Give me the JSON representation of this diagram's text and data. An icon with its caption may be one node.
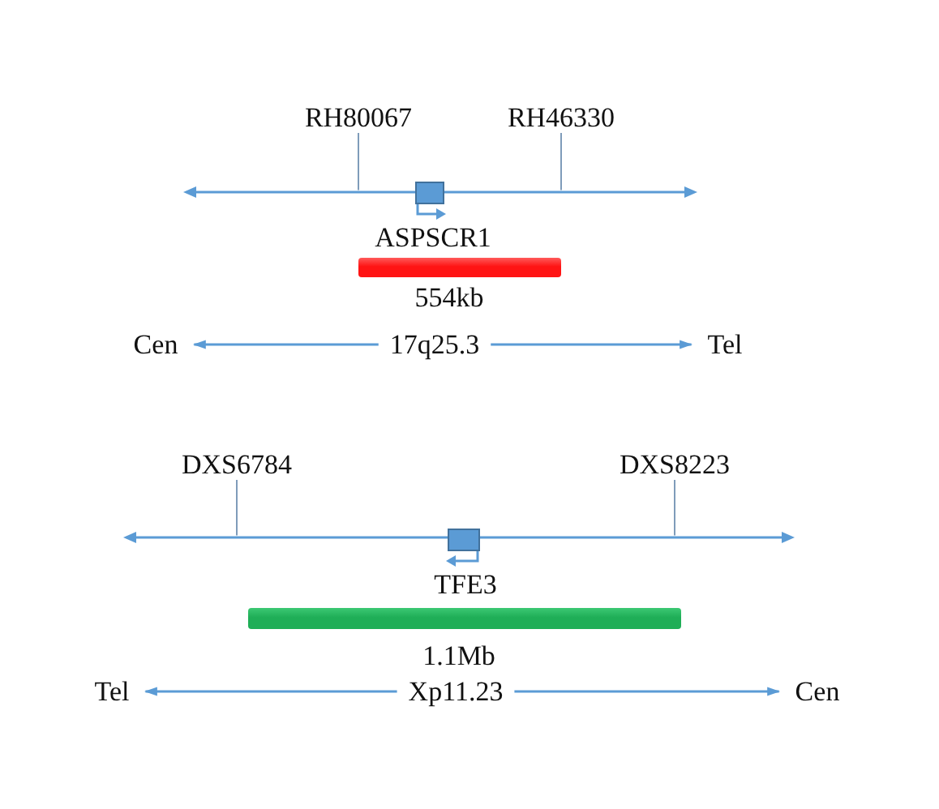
{
  "diagram": {
    "nodes": [
      {
        "text": [
          "RH80067"
        ]
      },
      {
        "text": [
          "RH46330"
        ]
      },
      {
        "text": [],
        "shape": "line"
      },
      {
        "text": [],
        "shape": "box",
        "beside": [
          "ASPSCR1"
        ]
      },
      {
        "text": [],
        "shape": "bar",
        "beside": [
          "554kb"
        ]
      },
      {
        "text": [
          "Cen"
        ]
      },
      {
        "text": [
          "17q25.3"
        ]
      },
      {
        "text": [
          "Tel"
        ]
      },
      {
        "text": [
          "DXS6784"
        ]
      },
      {
        "text": [
          "DXS8223"
        ]
      },
      {
        "text": [],
        "shape": "line"
      },
      {
        "text": [],
        "shape": "box",
        "beside": [
          "TFE3"
        ]
      },
      {
        "text": [],
        "shape": "bar",
        "beside": [
          "1.1Mb"
        ]
      },
      {
        "text": [
          "Tel"
        ]
      },
      {
        "text": [
          "Xp11.23"
        ]
      },
      {
        "text": [
          "Cen"
        ]
      }
    ],
    "edges": [
      {
        "from": 0,
        "to": 2,
        "arrow": "none"
      },
      {
        "from": 1,
        "to": 2,
        "arrow": "none"
      },
      {
        "from": 6,
        "to": 5,
        "arrow": "to"
      },
      {
        "from": 6,
        "to": 7,
        "arrow": "to"
      },
      {
        "from": 8,
        "to": 10,
        "arrow": "none"
      },
      {
        "from": 9,
        "to": 10,
        "arrow": "none"
      },
      {
        "from": 14,
        "to": 13,
        "arrow": "to"
      },
      {
        "from": 14,
        "to": 15,
        "arrow": "to"
      }
    ]
  }
}
